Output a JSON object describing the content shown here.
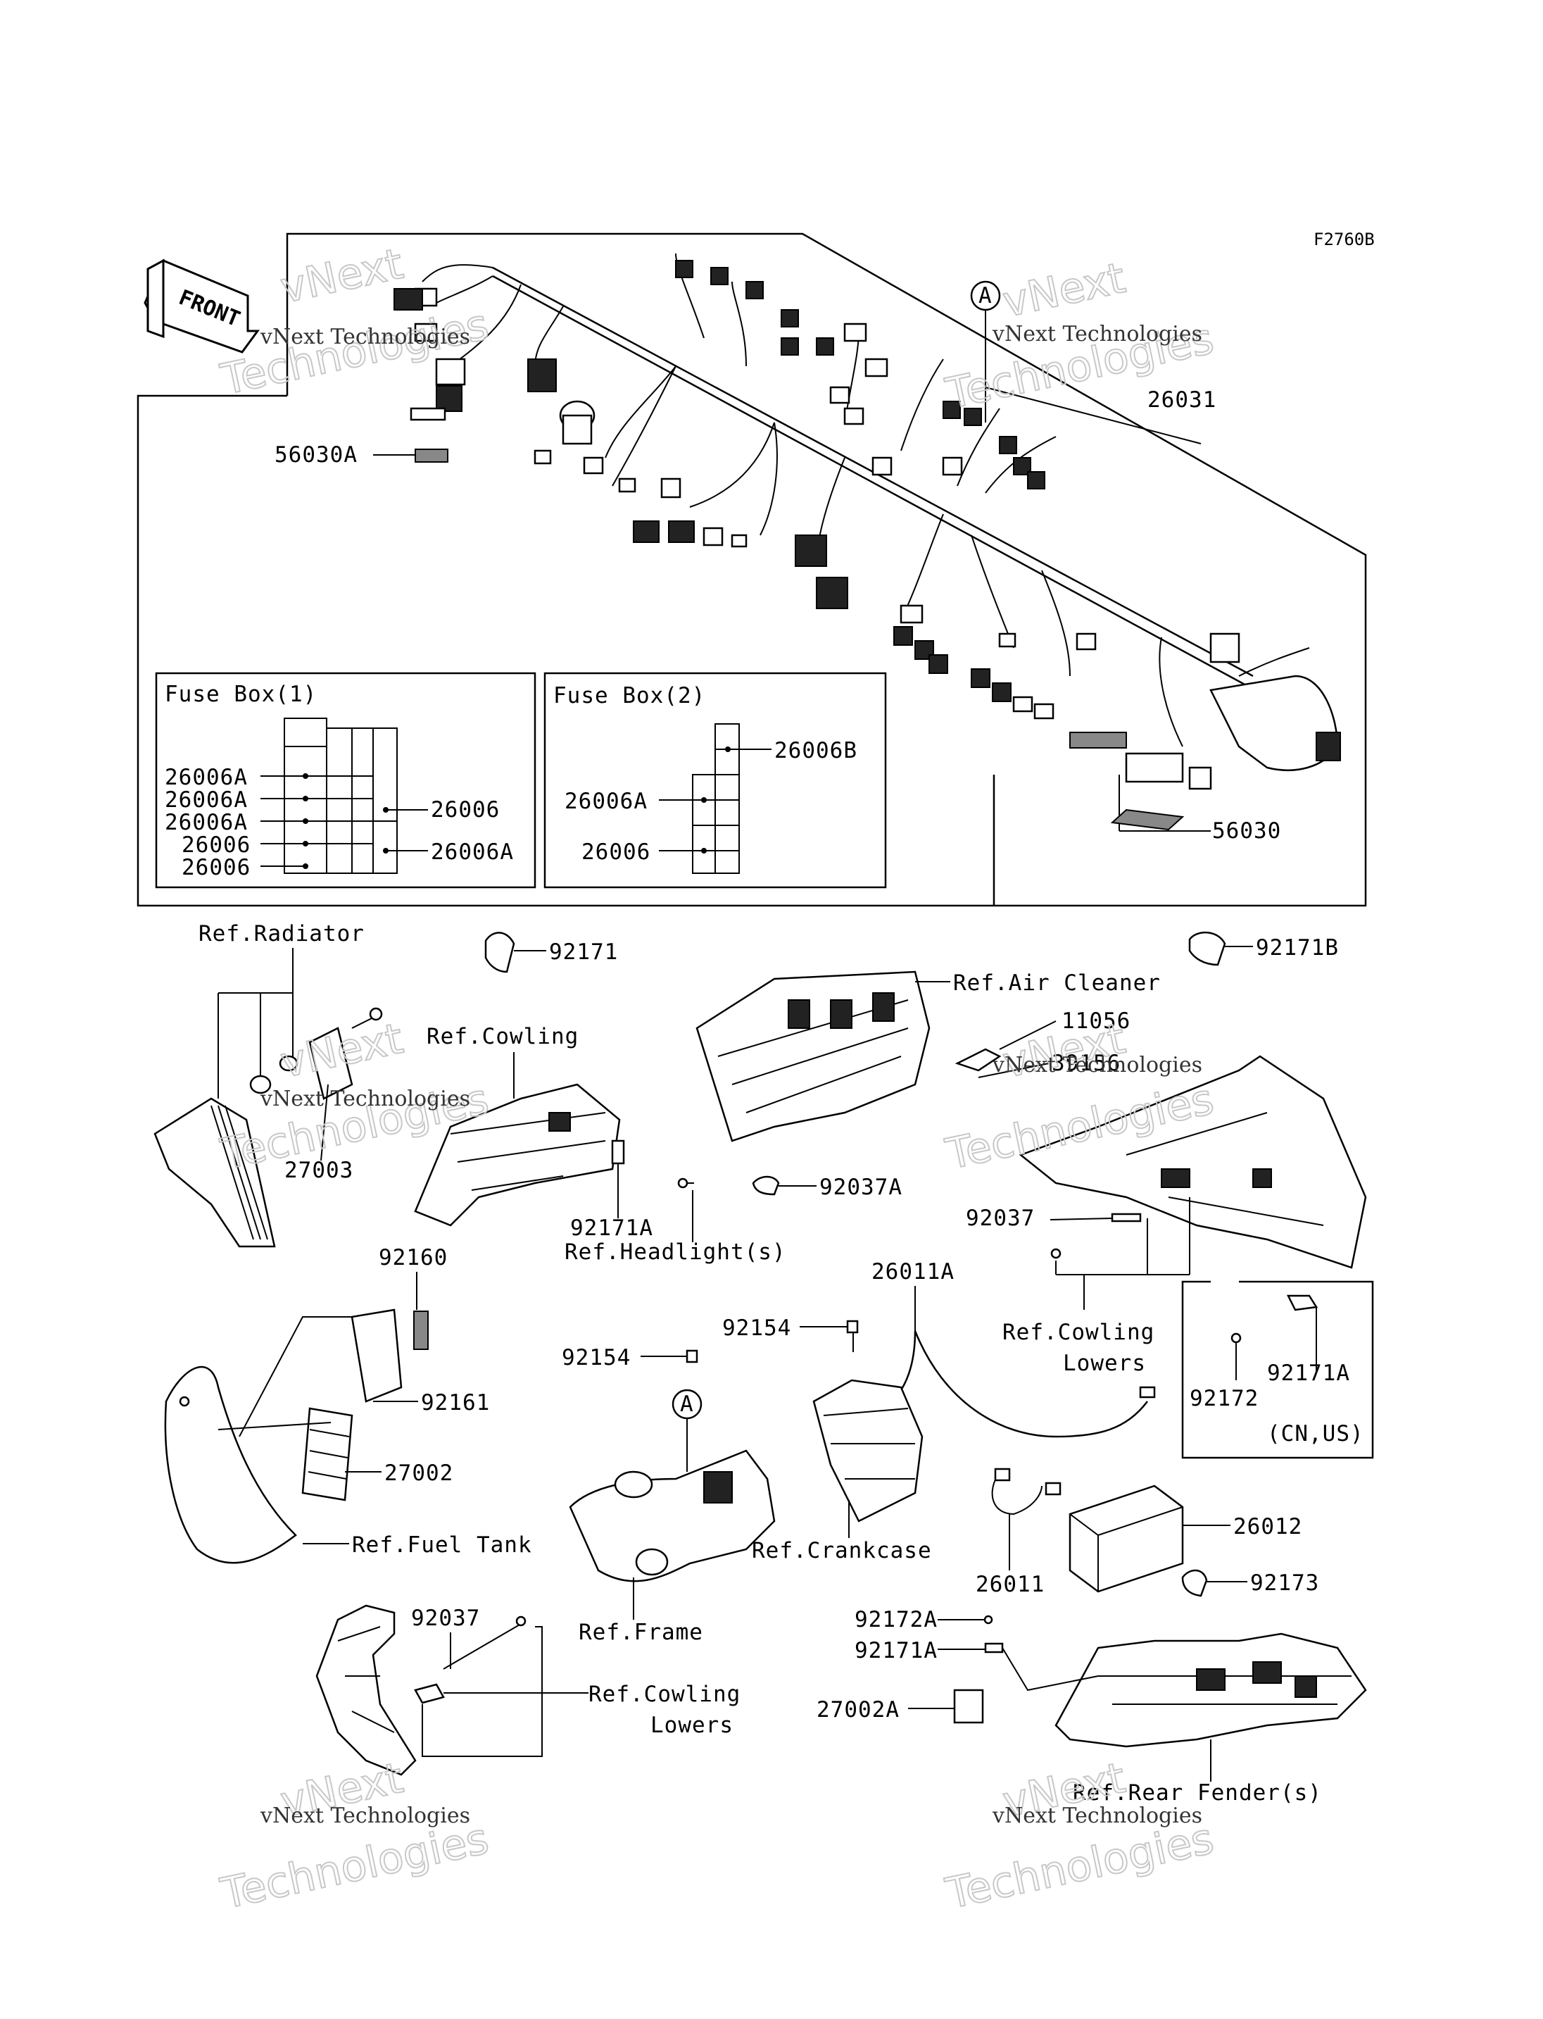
{
  "diagram_code": "F2760B",
  "front_arrow": "FRONT",
  "fuse_box_1": {
    "title": "Fuse Box(1)",
    "left_labels": [
      "26006A",
      "26006A",
      "26006A",
      "26006",
      "26006"
    ],
    "right_labels": [
      "26006",
      "26006A"
    ]
  },
  "fuse_box_2": {
    "title": "Fuse Box(2)",
    "labels": [
      "26006B",
      "26006A",
      "26006"
    ]
  },
  "ref_marker": "A",
  "watermark": {
    "brand": "vNext",
    "line2": "Technologies",
    "small": "vNext Technologies"
  },
  "labels": {
    "p26031": "26031",
    "p56030A": "56030A",
    "p56030": "56030",
    "ref_radiator": "Ref.Radiator",
    "p92171": "92171",
    "p92171B": "92171B",
    "ref_air_cleaner": "Ref.Air Cleaner",
    "p11056": "11056",
    "p39156": "39156",
    "ref_cowling": "Ref.Cowling",
    "p27003": "27003",
    "p92171A_1": "92171A",
    "ref_headlight": "Ref.Headlight(s)",
    "p92037A": "92037A",
    "p92037_1": "92037",
    "ref_cowling_lowers_1": "Ref.Cowling",
    "ref_cowling_lowers_1b": "Lowers",
    "p92172_1": "92172",
    "p92171A_2": "92171A",
    "cn_us": "(CN,US)",
    "p92160": "92160",
    "p92161": "92161",
    "p27002": "27002",
    "ref_fuel_tank": "Ref.Fuel Tank",
    "p92154_1": "92154",
    "p92154_2": "92154",
    "p26011A": "26011A",
    "ref_crankcase": "Ref.Crankcase",
    "p26012": "26012",
    "p26011": "26011",
    "p92173": "92173",
    "ref_frame": "Ref.Frame",
    "p92037_2": "92037",
    "ref_cowling_lowers_2": "Ref.Cowling",
    "ref_cowling_lowers_2b": "Lowers",
    "p92172A": "92172A",
    "p92171A_3": "92171A",
    "p27002A": "27002A",
    "ref_rear_fender": "Ref.Rear Fender(s)"
  }
}
